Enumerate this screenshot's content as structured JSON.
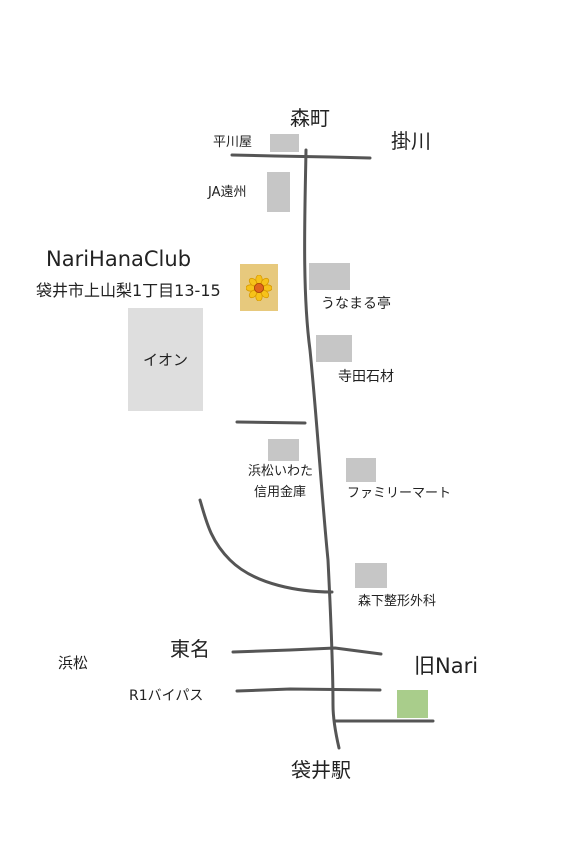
{
  "places": {
    "morimachi": "森町",
    "kakegawa": "掛川",
    "hirakawaya": "平川屋",
    "ja_enshu": "JA遠州",
    "club_name": "NariHanaClub",
    "club_address": "袋井市上山梨1丁目13-15",
    "aeon": "イオン",
    "unamarutei": "うなまる亭",
    "terada": "寺田石材",
    "shinkin_1": "浜松いわた",
    "shinkin_2": "信用金庫",
    "familymart": "ファミリーマート",
    "morishita": "森下整形外科",
    "tomei": "東名",
    "hamamatsu": "浜松",
    "kyu_nari": "旧Nari",
    "r1_bypass": "R1バイパス",
    "fukuroi_station": "袋井駅"
  },
  "icons": {
    "club_marker": "sunflower-icon"
  },
  "colors": {
    "road": "#555555",
    "building": "#c6c6c6",
    "aeon": "#dedede",
    "club": "#e7c97d",
    "kyu_nari": "#a9cd8b"
  }
}
